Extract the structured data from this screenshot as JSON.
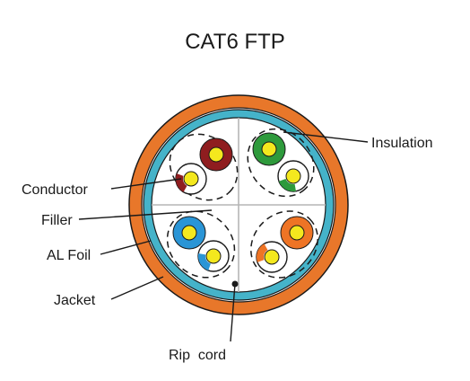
{
  "diagram": {
    "title": "CAT6 FTP",
    "labels": {
      "insulation": "Insulation",
      "conductor": "Conductor",
      "filler": "Filler",
      "al_foil": "AL Foil",
      "jacket": "Jacket",
      "rip_cord": "Rip  cord"
    },
    "colors": {
      "jacket": "#e8772a",
      "al_foil": "#45b3c9",
      "conductor": "#f4e81e",
      "pair_brown": "#8f1d1f",
      "pair_green": "#2e9a3c",
      "pair_blue": "#2a95d6",
      "pair_orange": "#ee7425",
      "outline": "#1a1a1a"
    }
  }
}
